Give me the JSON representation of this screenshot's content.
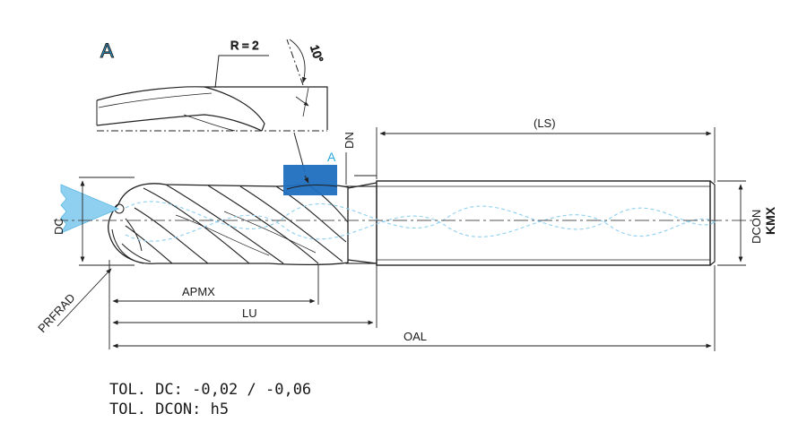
{
  "detail": {
    "label": "A",
    "radius": "R = 2",
    "angle": "10°",
    "marker": "A"
  },
  "dims": {
    "ls": "(LS)",
    "dn": "DN",
    "dc": "DC",
    "dcon": "DCON",
    "kmx": "KMX",
    "prfrad": "PRFRAD",
    "apmx": "APMX",
    "lu": "LU",
    "oal": "OAL"
  },
  "tolerances": [
    "TOL. DC: -0,02 / -0,06",
    "TOL. DCON: h5"
  ],
  "colors": {
    "accent": "#2aa7de",
    "highlight": "#1f6fc0",
    "coolant": "#8fd0f0",
    "line": "#222222"
  }
}
